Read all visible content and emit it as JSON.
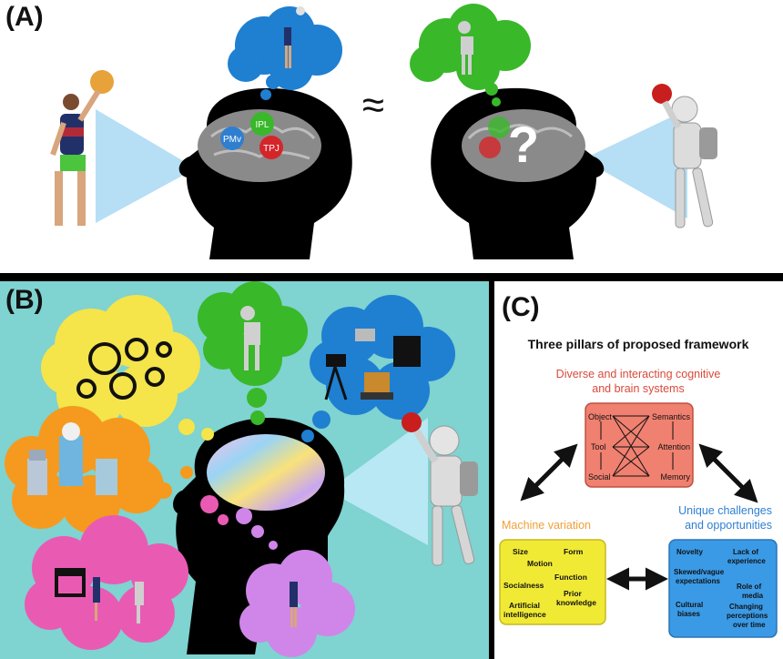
{
  "panels": {
    "a": {
      "label": "(A)",
      "approx_symbol": "≈",
      "regions": [
        "PMv",
        "IPL",
        "TPJ"
      ],
      "unknown": "?"
    },
    "b": {
      "label": "(B)"
    },
    "c": {
      "label": "(C)",
      "title": "Three pillars of proposed framework",
      "top_heading": [
        "Diverse and interacting cognitive",
        "and brain systems"
      ],
      "systems_left": [
        "Object",
        "Tool",
        "Social"
      ],
      "systems_right": [
        "Semantics",
        "Attention",
        "Memory"
      ],
      "left_heading": "Machine variation",
      "left_items": [
        "Size",
        "Form",
        "Motion",
        "Function",
        "Socialness",
        "Prior",
        "knowledge",
        "Artificial",
        "intelligence"
      ],
      "right_heading": [
        "Unique challenges",
        "and opportunities"
      ],
      "right_items": [
        "Novelty",
        "Lack of",
        "experience",
        "Skewed/vague",
        "expectations",
        "Role of",
        "media",
        "Cultural",
        "biases",
        "Changing",
        "perceptions",
        "over time"
      ]
    }
  },
  "colors": {
    "bubble_blue": "#1f7fd1",
    "bubble_green": "#39b82a",
    "bubble_yellow": "#f5e44a",
    "bubble_orange": "#f59a1e",
    "bubble_pink": "#e95bb3",
    "bubble_violet": "#cf86e8",
    "panel_b_bg": "#7fd3d0",
    "red_box": "#f08070",
    "yellow_box": "#f1ea35",
    "blue_box": "#3a9ae6",
    "heading_red": "#d84a3a",
    "heading_orange": "#f0a038",
    "heading_blue": "#2f7fd0"
  }
}
